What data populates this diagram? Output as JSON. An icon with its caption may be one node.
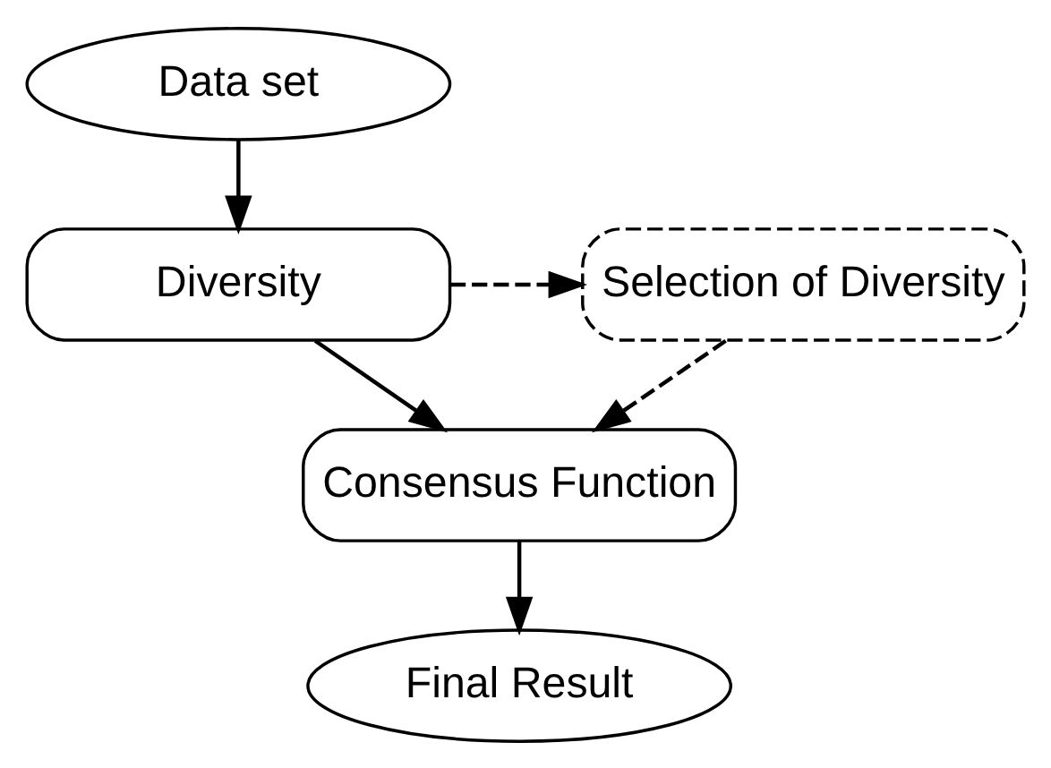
{
  "diagram": {
    "nodes": [
      {
        "text": [
          "Data set"
        ]
      },
      {
        "text": [
          "Diversity"
        ]
      },
      {
        "text": [
          "Selection of Diversity"
        ]
      },
      {
        "text": [
          "Consensus Function"
        ]
      },
      {
        "text": [
          "Final Result"
        ]
      }
    ],
    "edges": [
      {
        "from": 0,
        "to": 1,
        "arrow": "to"
      },
      {
        "from": 1,
        "to": 2,
        "arrow": "to",
        "style": "dashed"
      },
      {
        "from": 1,
        "to": 3,
        "arrow": "to"
      },
      {
        "from": 2,
        "to": 3,
        "arrow": "to",
        "style": "dashed"
      },
      {
        "from": 3,
        "to": 4,
        "arrow": "to"
      }
    ]
  }
}
